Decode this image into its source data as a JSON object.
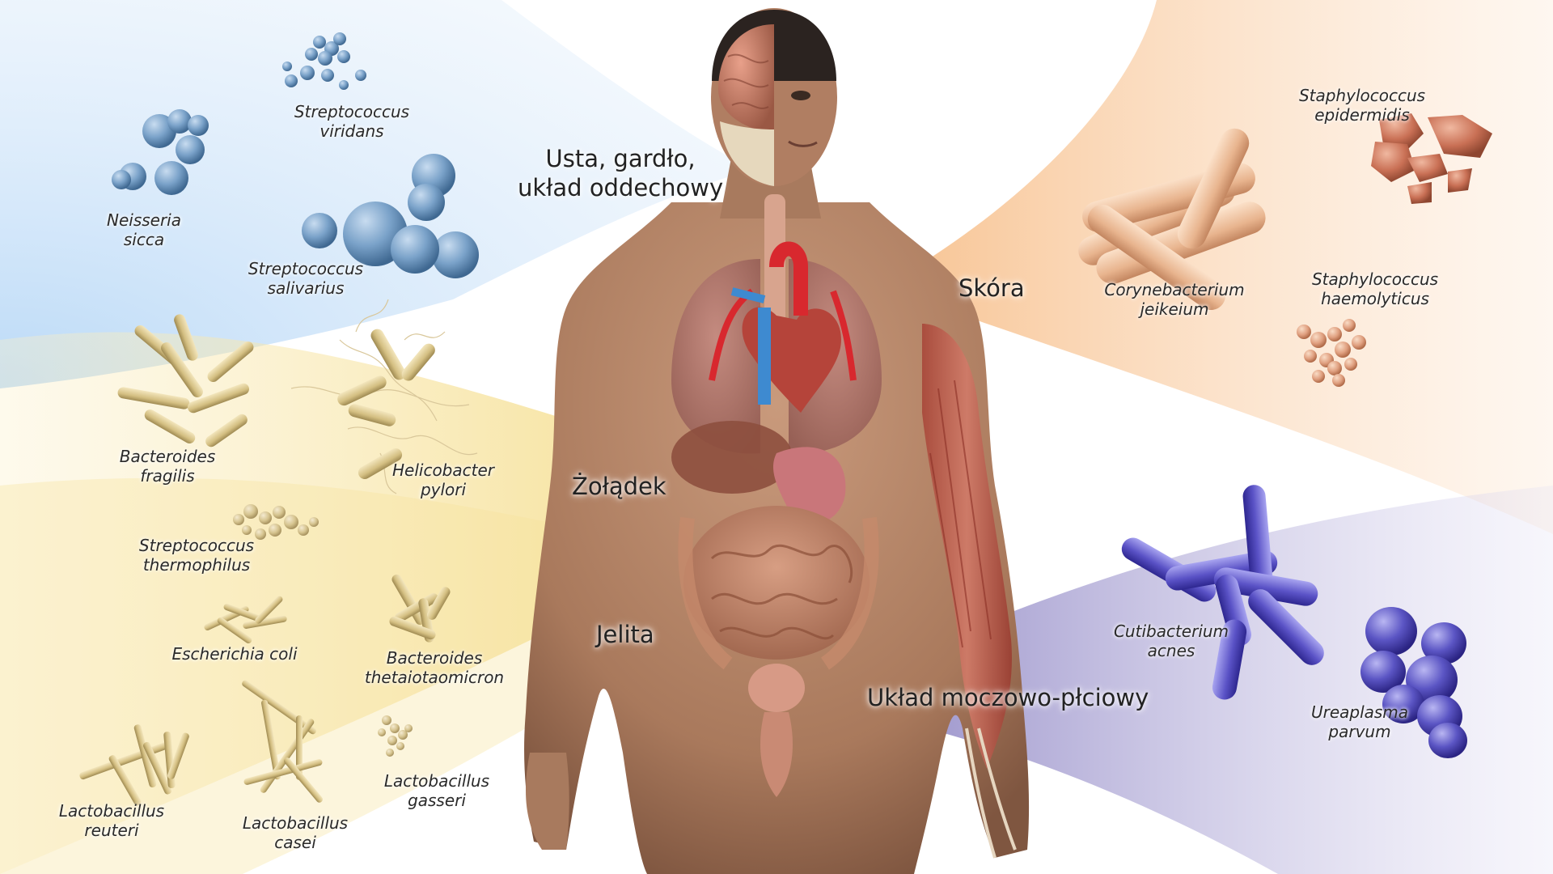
{
  "regions": {
    "mouth_throat_respiratory": {
      "line1": "Usta, gardło,",
      "line2": "układ oddechowy"
    },
    "skin": "Skóra",
    "stomach": "Żołądek",
    "intestines": "Jelita",
    "urogenital": "Układ moczowo-płciowy"
  },
  "bacteria": {
    "neisseria_sicca": {
      "line1": "Neisseria",
      "line2": "sicca"
    },
    "streptococcus_viridans": {
      "line1": "Streptococcus",
      "line2": "viridans"
    },
    "streptococcus_salivarius": {
      "line1": "Streptococcus",
      "line2": "salivarius"
    },
    "bacteroides_fragilis": {
      "line1": "Bacteroides",
      "line2": "fragilis"
    },
    "helicobacter_pylori": {
      "line1": "Helicobacter",
      "line2": "pylori"
    },
    "streptococcus_thermophilus": {
      "line1": "Streptococcus",
      "line2": "thermophilus"
    },
    "escherichia_coli": {
      "line1": "Escherichia coli"
    },
    "bacteroides_thetaiotaomicron": {
      "line1": "Bacteroides",
      "line2": "thetaiotaomicron"
    },
    "lactobacillus_reuteri": {
      "line1": "Lactobacillus",
      "line2": "reuteri"
    },
    "lactobacillus_casei": {
      "line1": "Lactobacillus",
      "line2": "casei"
    },
    "lactobacillus_gasseri": {
      "line1": "Lactobacillus",
      "line2": "gasseri"
    },
    "staphylococcus_epidermidis": {
      "line1": "Staphylococcus",
      "line2": "epidermidis"
    },
    "corynebacterium_jeikeium": {
      "line1": "Corynebacterium",
      "line2": "jeikeium"
    },
    "staphylococcus_haemolyticus": {
      "line1": "Staphylococcus",
      "line2": "haemolyticus"
    },
    "cutibacterium_acnes": {
      "line1": "Cutibacterium",
      "line2": "acnes"
    },
    "ureaplasma_parvum": {
      "line1": "Ureaplasma",
      "line2": "parvum"
    }
  },
  "colors": {
    "respiratory": "#9ec7ee",
    "digestive": "#f2d36a",
    "skin": "#f6b77c",
    "urogenital": "#7b6fb8",
    "skin_tone": "#b98a6e"
  }
}
